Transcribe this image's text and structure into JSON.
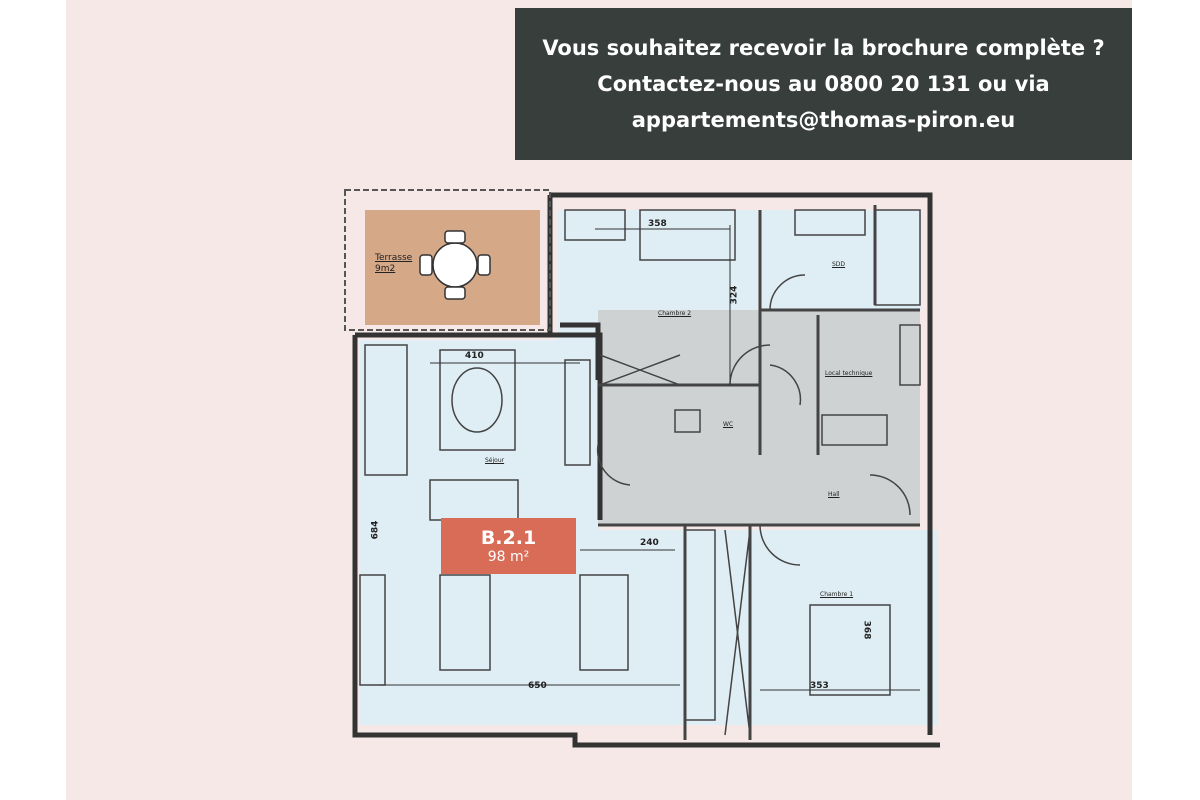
{
  "banner": {
    "line1": "Vous souhaitez recevoir la brochure complète ?",
    "line2": "Contactez-nous au 0800 20 131 ou via",
    "line3": "appartements@thomas-piron.eu"
  },
  "unit": {
    "code": "B.2.1",
    "area": "98 m²"
  },
  "rooms": {
    "terrasse": "Terrasse",
    "terrasse_area": "9m2",
    "chambre2": "Chambre 2",
    "sdd": "SDD",
    "local_technique": "Local technique",
    "wc": "WC",
    "sejour": "Séjour",
    "hall": "Hall",
    "chambre1": "Chambre 1"
  },
  "dimensions": {
    "d358": "358",
    "d324": "324",
    "d410": "410",
    "d684": "684",
    "d240": "240",
    "d650": "650",
    "d353": "353",
    "d368": "368"
  },
  "colors": {
    "background": "#f5e8e6",
    "banner": "#373e3b",
    "badge": "#d86c57",
    "floor_blue": "#dfeef4",
    "floor_grey": "#cfd2d3",
    "terrace": "#d5a888"
  }
}
